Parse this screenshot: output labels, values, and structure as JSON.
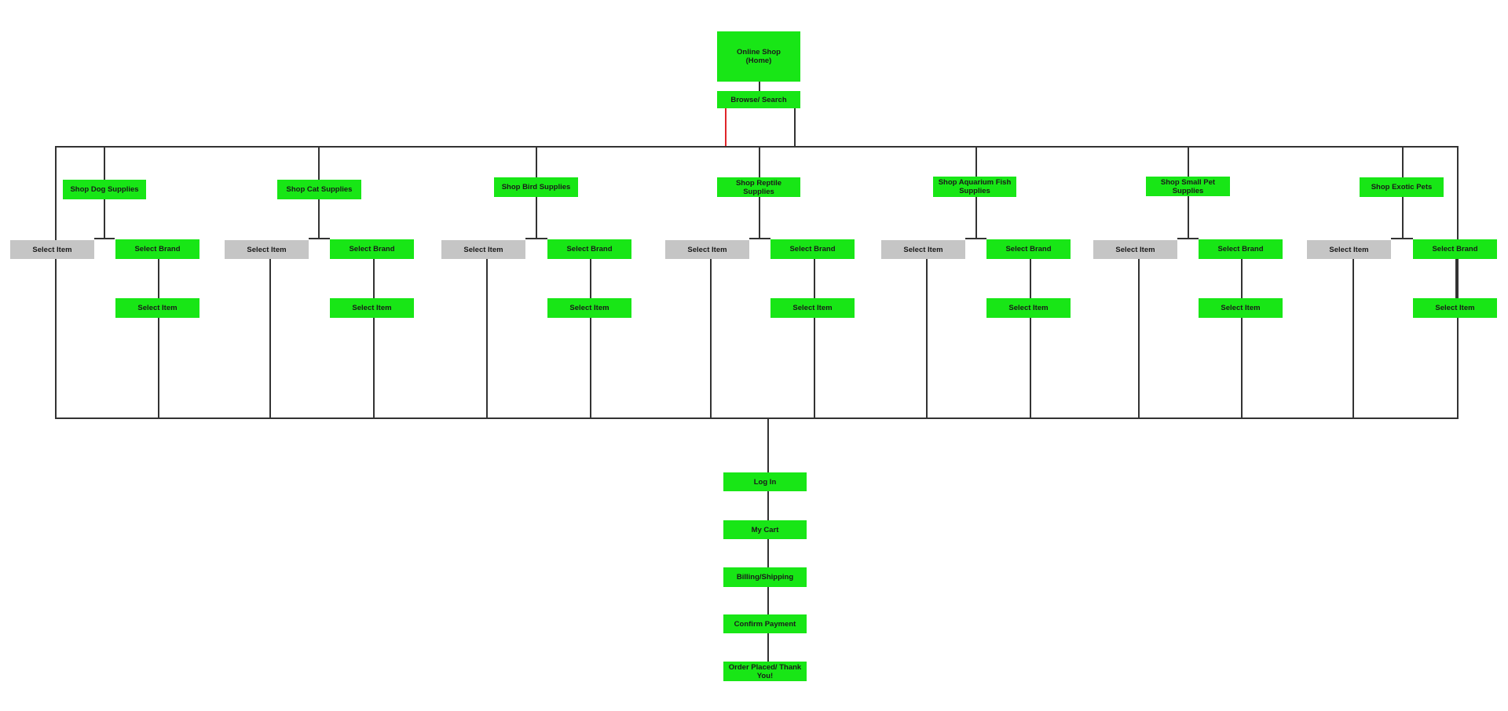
{
  "home": "Online Shop\n(Home)",
  "browse": "Browse/ Search",
  "categories": [
    {
      "label": "Shop Dog Supplies",
      "select_item": "Select Item",
      "select_brand": "Select Brand",
      "brand_item": "Select Item"
    },
    {
      "label": "Shop Cat Supplies",
      "select_item": "Select Item",
      "select_brand": "Select Brand",
      "brand_item": "Select Item"
    },
    {
      "label": "Shop Bird Supplies",
      "select_item": "Select Item",
      "select_brand": "Select Brand",
      "brand_item": "Select Item"
    },
    {
      "label": "Shop Reptile Supplies",
      "select_item": "Select Item",
      "select_brand": "Select Brand",
      "brand_item": "Select Item"
    },
    {
      "label": "Shop Aquarium Fish Supplies",
      "select_item": "Select Item",
      "select_brand": "Select Brand",
      "brand_item": "Select Item"
    },
    {
      "label": "Shop Small Pet Supplies",
      "select_item": "Select Item",
      "select_brand": "Select Brand",
      "brand_item": "Select Item"
    },
    {
      "label": "Shop Exotic Pets",
      "select_item": "Select Item",
      "select_brand": "Select Brand",
      "brand_item": "Select Item"
    }
  ],
  "checkout": [
    "Log In",
    "My Cart",
    "Billing/Shipping",
    "Confirm Payment",
    "Order Placed/ Thank You!"
  ],
  "colors": {
    "box_green": "#18e616",
    "box_grey": "#c5c5c5",
    "connector": "#333333",
    "highlight_connector": "#e0252a"
  }
}
